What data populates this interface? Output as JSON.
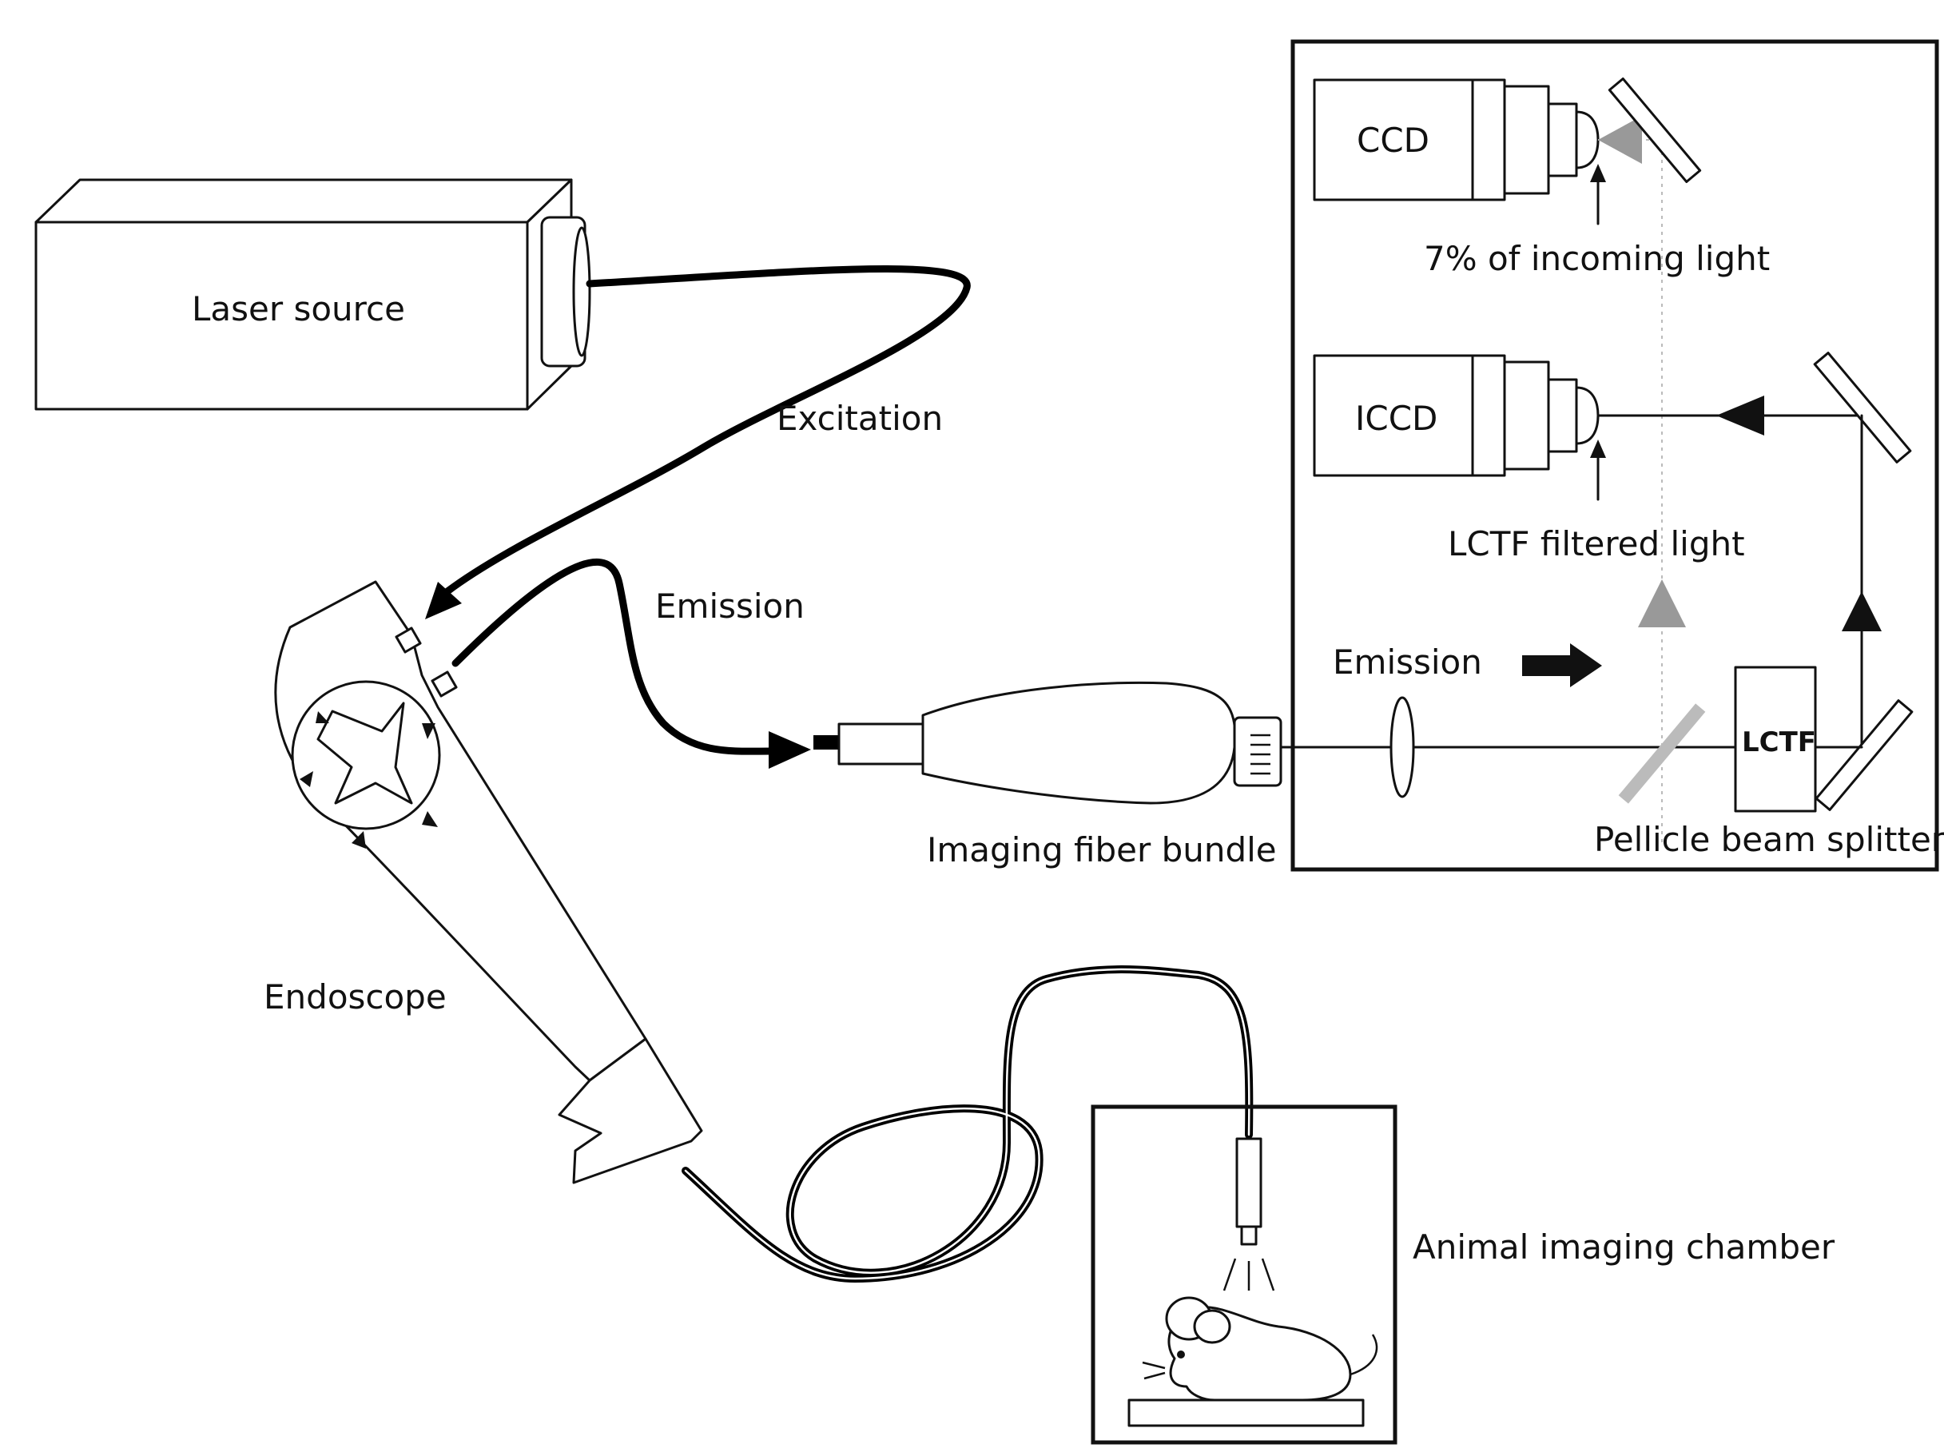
{
  "labels": {
    "laser_source": "Laser source",
    "excitation": "Excitation",
    "emission_cable": "Emission",
    "imaging_fiber_bundle": "Imaging fiber bundle",
    "endoscope": "Endoscope",
    "animal_imaging_chamber": "Animal imaging chamber",
    "ccd": "CCD",
    "incoming_light": "7% of incoming light",
    "iccd": "ICCD",
    "lctf_filtered_light": "LCTF filtered light",
    "emission_box": "Emission",
    "lctf": "LCTF",
    "pellicle_beam_splitter": "Pellicle beam splitter"
  },
  "colors": {
    "line": "#111111",
    "cable": "#000000",
    "gray_arrow": "#999999",
    "beam_splitter": "#bbbbbb"
  }
}
